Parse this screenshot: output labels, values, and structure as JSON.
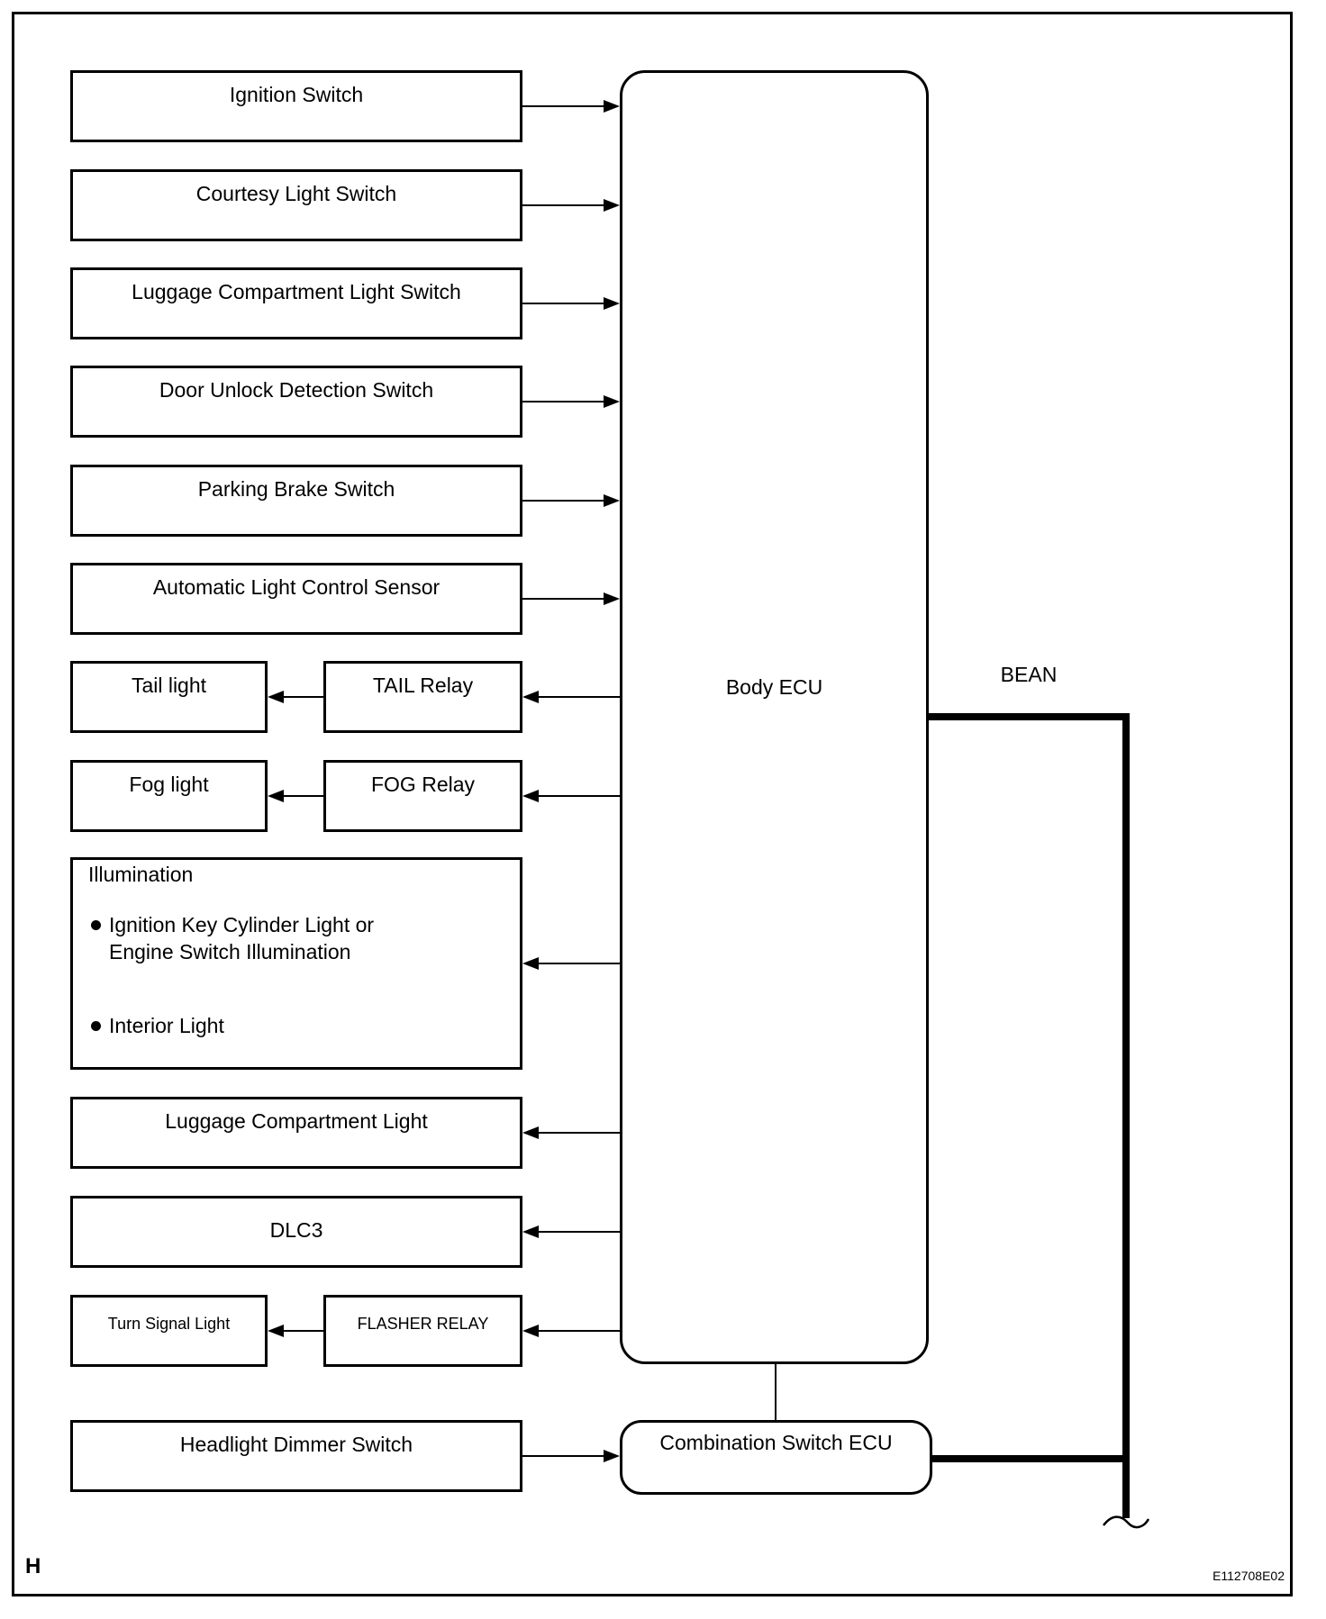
{
  "frame": {
    "footer_left": "H",
    "footer_right": "E112708E02"
  },
  "ecu": {
    "label": "Body ECU"
  },
  "bus": {
    "label": "BEAN"
  },
  "combination_ecu": {
    "label": "Combination Switch ECU"
  },
  "inputs": {
    "ignition": "Ignition Switch",
    "courtesy": "Courtesy Light Switch",
    "luggage_switch": "Luggage Compartment Light Switch",
    "door_unlock": "Door Unlock Detection Switch",
    "parking_brake": "Parking Brake Switch",
    "auto_light_sensor": "Automatic Light Control Sensor",
    "headlight_dimmer": "Headlight Dimmer Switch"
  },
  "outputs": {
    "tail_light": "Tail light",
    "tail_relay": "TAIL Relay",
    "fog_light": "Fog light",
    "fog_relay": "FOG Relay",
    "luggage_light": "Luggage Compartment Light",
    "dlc3": "DLC3",
    "turn_signal": "Turn Signal Light",
    "flasher_relay": "FLASHER RELAY"
  },
  "illumination": {
    "title": "Illumination",
    "bullet1": "Ignition Key Cylinder Light or Engine Switch Illumination",
    "bullet2": "Interior Light"
  }
}
